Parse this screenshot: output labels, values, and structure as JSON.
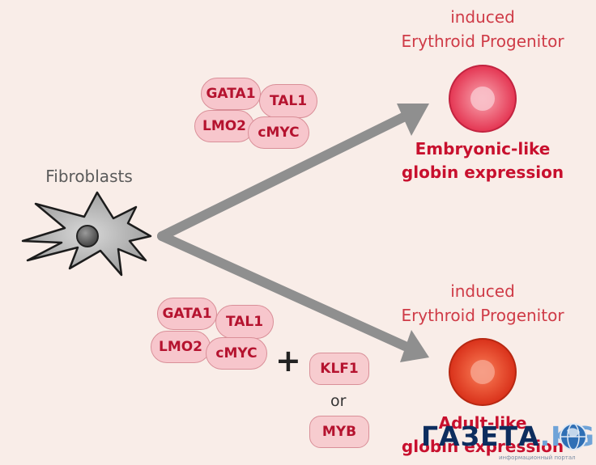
{
  "source": {
    "label": "Fibroblasts"
  },
  "top_branch": {
    "factors": [
      "GATA1",
      "TAL1",
      "LMO2",
      "cMYC"
    ],
    "outcome_title_line1": "induced",
    "outcome_title_line2": "Erythroid Progenitor",
    "expression_line1": "Embryonic-like",
    "expression_line2": "globin expression",
    "cell_color": "#e8435a"
  },
  "bottom_branch": {
    "factors": [
      "GATA1",
      "TAL1",
      "LMO2",
      "cMYC"
    ],
    "plus": "+",
    "extra_factor_1": "KLF1",
    "or": "or",
    "extra_factor_2": "MYB",
    "outcome_title_line1": "induced",
    "outcome_title_line2": "Erythroid Progenitor",
    "expression_line1": "Adult-like",
    "expression_line2": "globin expression",
    "cell_color": "#e0381f"
  },
  "watermark": {
    "text_main": "ГАЗЕТА",
    "text_suffix": ".KG",
    "subtext": "информационный портал"
  },
  "colors": {
    "background": "#f9ede8",
    "arrow": "#8f8f8f",
    "pill_fill": "#f7c6cc",
    "pill_text": "#b5132f",
    "title_red": "#cf3b47",
    "expression_red": "#c8102e"
  }
}
